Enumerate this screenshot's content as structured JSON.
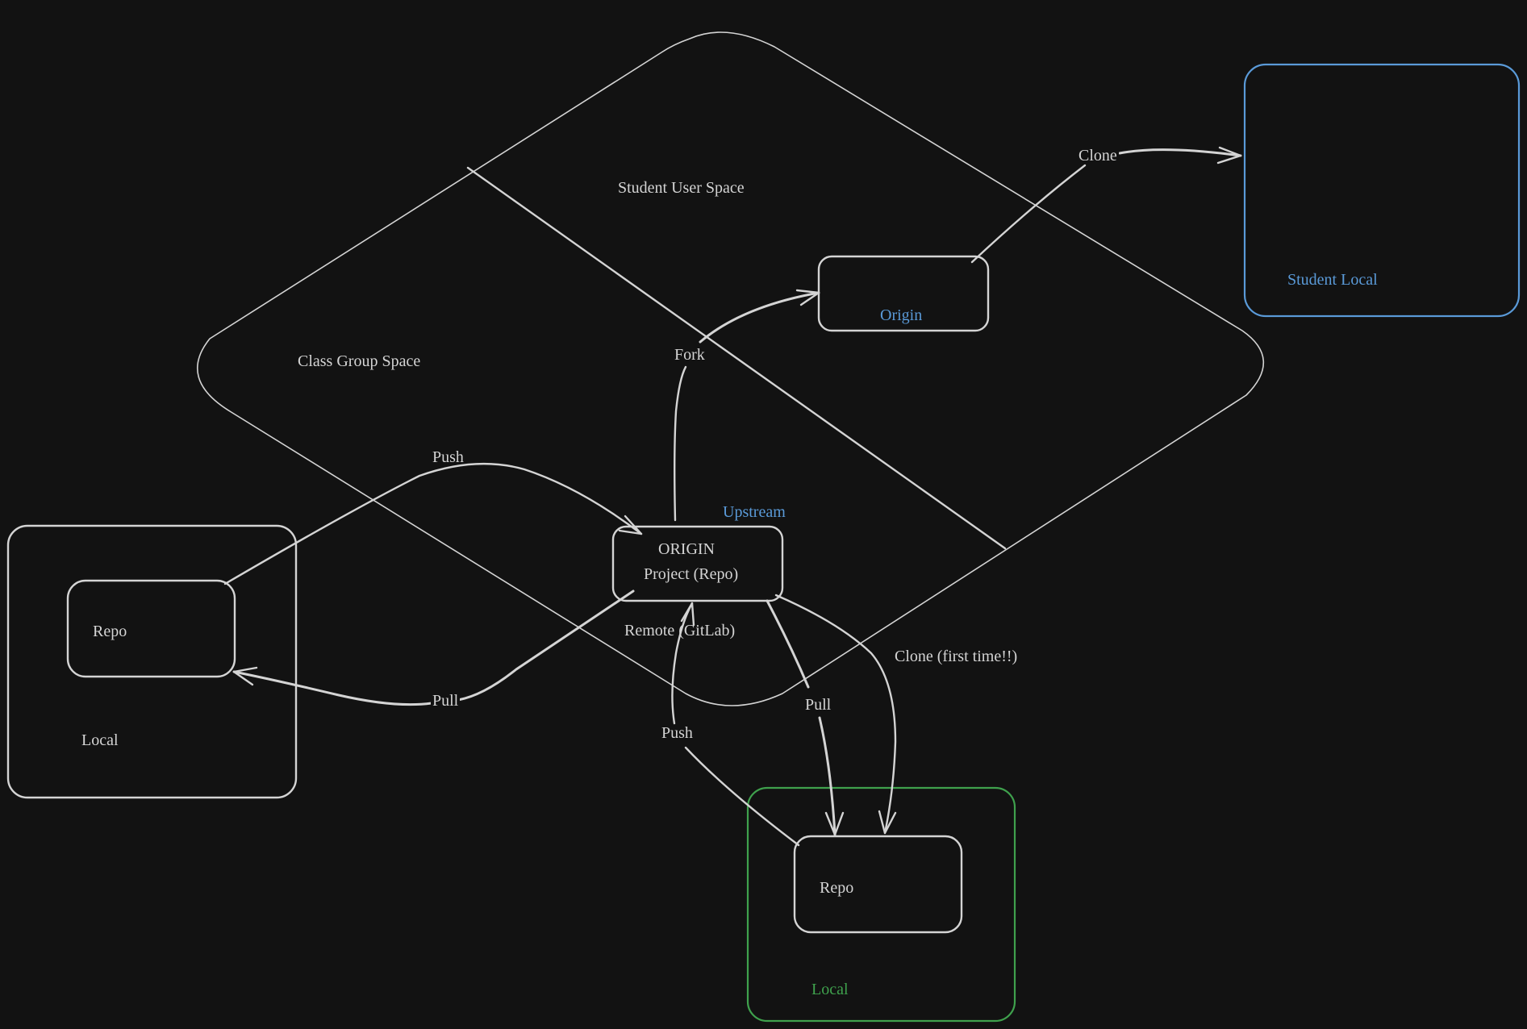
{
  "colors": {
    "background": "#121212",
    "stroke": "#d4d4d4",
    "blue": "#5a9ad8",
    "green": "#3fa14d"
  },
  "labels": {
    "student_user_space": "Student User Space",
    "class_group_space": "Class Group Space",
    "clone_top": "Clone",
    "student_local": "Student Local",
    "origin": "Origin",
    "fork": "Fork",
    "push_top": "Push",
    "upstream": "Upstream",
    "origin_title": "ORIGIN",
    "origin_subtitle": "Project (Repo)",
    "remote_gitlab": "Remote (GitLab)",
    "clone_first_time": "Clone (first time!!)",
    "pull_right": "Pull",
    "pull_left": "Pull",
    "push_bottom": "Push",
    "left_repo": "Repo",
    "left_local": "Local",
    "bottom_repo": "Repo",
    "bottom_local": "Local"
  }
}
